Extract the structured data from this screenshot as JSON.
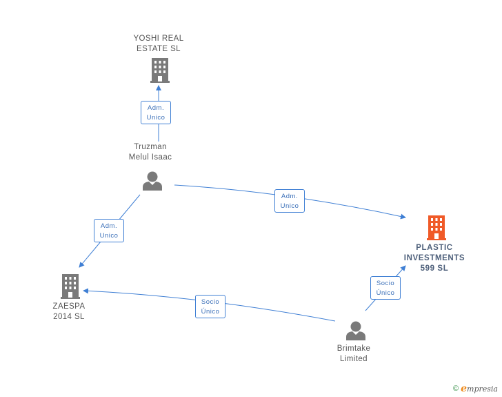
{
  "nodes": {
    "yoshi": {
      "line1": "YOSHI REAL",
      "line2": "ESTATE  SL",
      "icon": "building-icon"
    },
    "truzman": {
      "line1": "Truzman",
      "line2": "Melul Isaac",
      "icon": "person-icon"
    },
    "plastic": {
      "line1": "PLASTIC",
      "line2": "INVESTMENTS",
      "line3": "599  SL",
      "icon": "building-icon"
    },
    "zaespa": {
      "line1": "ZAESPA",
      "line2": "2014  SL",
      "icon": "building-icon"
    },
    "brimtake": {
      "line1": "Brimtake",
      "line2": "Limited",
      "icon": "person-icon"
    }
  },
  "edges": {
    "truzman_yoshi": {
      "line1": "Adm.",
      "line2": "Unico"
    },
    "truzman_plastic": {
      "line1": "Adm.",
      "line2": "Unico"
    },
    "truzman_zaespa": {
      "line1": "Adm.",
      "line2": "Unico"
    },
    "brimtake_zaespa": {
      "line1": "Socio",
      "line2": "Único"
    },
    "brimtake_plastic": {
      "line1": "Socio",
      "line2": "Único"
    }
  },
  "footer": {
    "copyright": "©",
    "brand_initial": "e",
    "brand_rest": "mpresia"
  },
  "colors": {
    "edge": "#3f7fd4",
    "building": "#7a7a7a",
    "focus_building": "#f05a28",
    "person": "#7a7a7a"
  }
}
